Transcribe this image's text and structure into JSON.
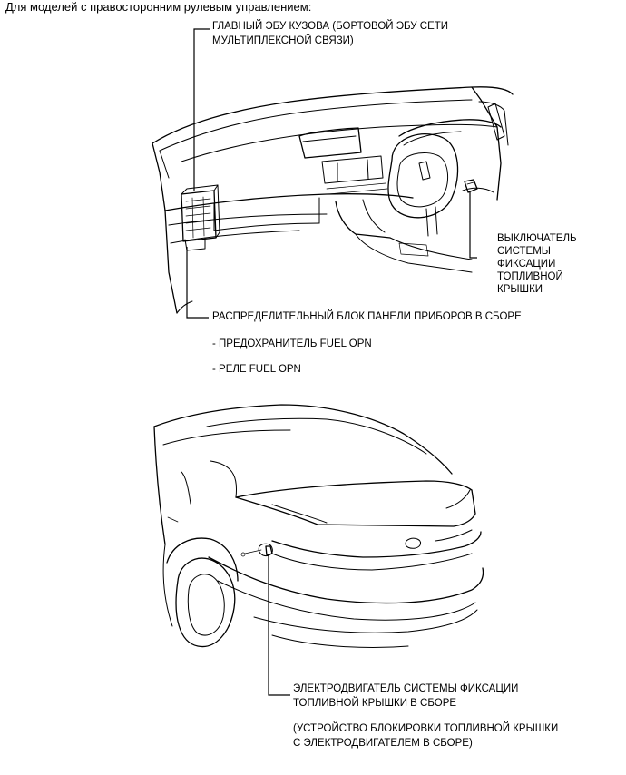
{
  "heading": "Для моделей с правосторонним рулевым управлением:",
  "labels": {
    "body_ecu_line1": "ГЛАВНЫЙ ЭБУ КУЗОВА (БОРТОВОЙ ЭБУ СЕТИ",
    "body_ecu_line2": "МУЛЬТИПЛЕКСНОЙ СВЯЗИ)",
    "switch_line1": "ВЫКЛЮЧАТЕЛЬ",
    "switch_line2": "СИСТЕМЫ",
    "switch_line3": "ФИКСАЦИИ",
    "switch_line4": "ТОПЛИВНОЙ",
    "switch_line5": "КРЫШКИ",
    "junction_block": "РАСПРЕДЕЛИТЕЛЬНЫЙ БЛОК ПАНЕЛИ ПРИБОРОВ В СБОРЕ",
    "fuse": "- ПРЕДОХРАНИТЕЛЬ FUEL OPN",
    "relay": "- РЕЛЕ FUEL OPN",
    "motor_line1": "ЭЛЕКТРОДВИГАТЕЛЬ СИСТЕМЫ ФИКСАЦИИ",
    "motor_line2": "ТОПЛИВНОЙ КРЫШКИ В СБОРЕ",
    "lock_line1": "(УСТРОЙСТВО БЛОКИРОВКИ ТОПЛИВНОЙ КРЫШКИ",
    "lock_line2": "С ЭЛЕКТРОДВИГАТЕЛЕМ В СБОРЕ)"
  }
}
